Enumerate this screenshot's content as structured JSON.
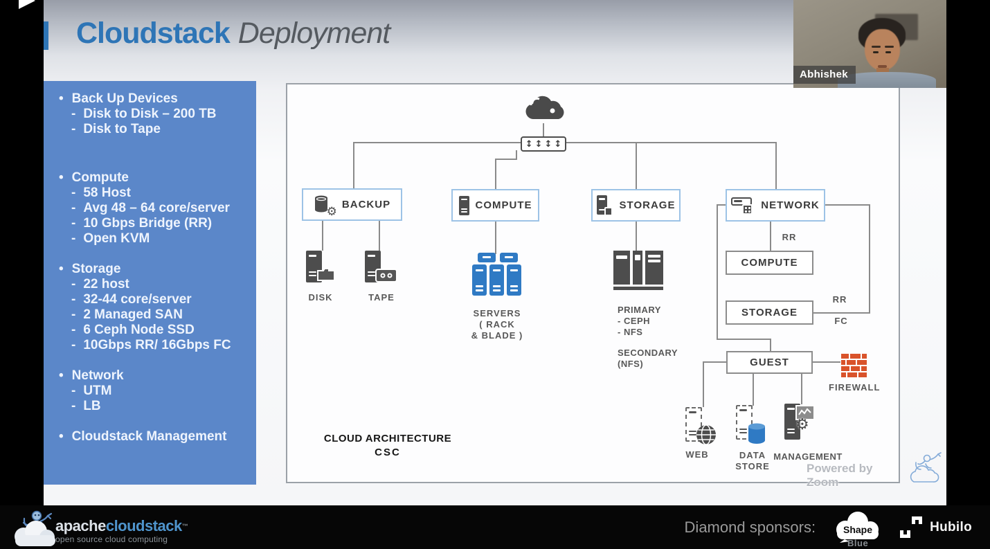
{
  "colors": {
    "accent_blue": "#2e75b6",
    "panel_blue": "#5b87c9",
    "tier_border_blue": "#9dc3e6",
    "icon_gray": "#4d4d4d",
    "servers_blue": "#2f7ac4",
    "firewall_orange": "#d9532b",
    "line_gray": "#8a8a8a"
  },
  "slide": {
    "title": {
      "primary": "Cloudstack",
      "secondary": "Deployment"
    },
    "sidebar": {
      "bullet": "•",
      "dash": "-",
      "sections": [
        {
          "label": "Back Up Devices",
          "items": [
            "Disk to Disk – 200 TB",
            "Disk to Tape"
          ]
        },
        {
          "label": "Compute",
          "items": [
            "58 Host",
            "Avg 48 – 64 core/server",
            "10 Gbps Bridge (RR)",
            "Open KVM"
          ]
        },
        {
          "label": "Storage",
          "items": [
            "22 host",
            "32-44 core/server",
            "2 Managed SAN",
            "6 Ceph Node SSD",
            "10Gbps RR/ 16Gbps FC"
          ]
        },
        {
          "label": "Network",
          "items": [
            "UTM",
            "LB"
          ]
        },
        {
          "label": "Cloudstack Management",
          "items": []
        }
      ]
    },
    "diagram": {
      "router_arrow": "↕",
      "root": {
        "backup": "BACKUP",
        "compute": "COMPUTE",
        "storage": "STORAGE",
        "network": "NETWORK"
      },
      "backup_children": {
        "disk": "DISK",
        "tape": "TAPE"
      },
      "compute_children": {
        "servers": [
          "SERVERS",
          "( RACK",
          "& BLADE )"
        ]
      },
      "storage_children": {
        "primary": [
          "PRIMARY",
          "- CEPH",
          "- NFS"
        ],
        "secondary": [
          "SECONDARY",
          "(NFS)"
        ]
      },
      "network_children": {
        "compute": "COMPUTE",
        "storage": "STORAGE",
        "guest": "GUEST",
        "rr_top": "RR",
        "rr_right": "RR",
        "fc": "FC",
        "firewall": "FIREWALL",
        "web": "WEB",
        "data_store": [
          "DATA",
          "STORE"
        ],
        "management": "MANAGEMENT"
      },
      "caption": [
        "CLOUD ARCHITECTURE",
        "CSC"
      ],
      "watermark": "Powered by Zoom"
    }
  },
  "webcam": {
    "name": "Abhishek"
  },
  "footer": {
    "brand": {
      "part1": "apache",
      "part2": "cloudstack",
      "mark": "™",
      "tagline": "open source cloud computing"
    },
    "sponsors_label": "Diamond sponsors:",
    "shapeblue": {
      "top": "Shape",
      "bottom": "Blue"
    },
    "hubilo": {
      "name": "Hubilo"
    }
  }
}
